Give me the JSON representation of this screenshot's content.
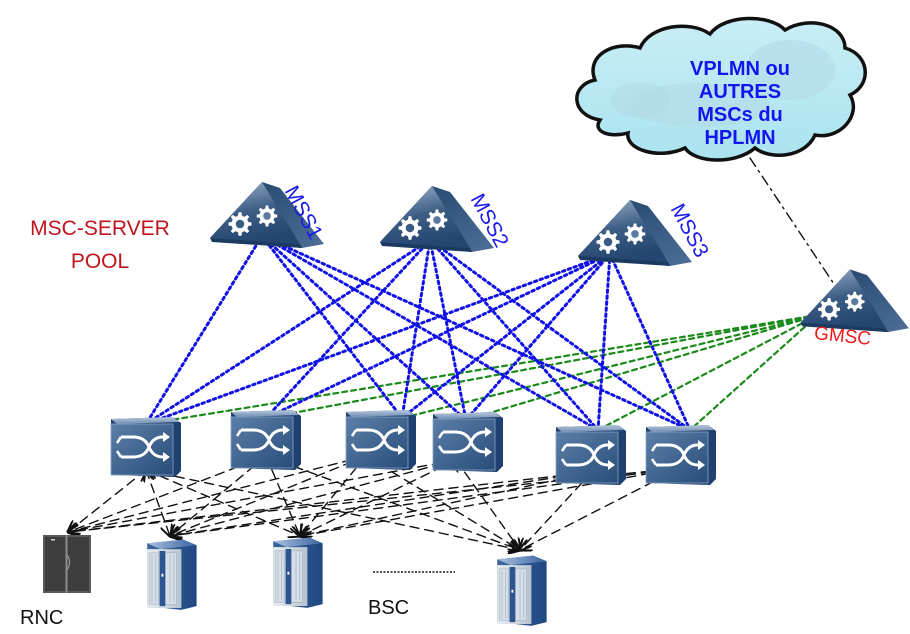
{
  "diagram": {
    "pool_label": [
      "MSC-SERVER",
      "POOL"
    ],
    "cloud": {
      "lines": [
        "VPLMN ou",
        "AUTRES",
        "MSCs du",
        "HPLMN"
      ]
    },
    "servers": [
      {
        "id": "mss1",
        "label": "MSS1"
      },
      {
        "id": "mss2",
        "label": "MSS2"
      },
      {
        "id": "mss3",
        "label": "MSS3"
      }
    ],
    "gateway": {
      "id": "gmsc",
      "label": "GMSC"
    },
    "media_gateways": [
      {
        "id": "mgw1"
      },
      {
        "id": "mgw2"
      },
      {
        "id": "mgw3"
      },
      {
        "id": "mgw4"
      },
      {
        "id": "mgw5"
      },
      {
        "id": "mgw6"
      }
    ],
    "access_nodes": [
      {
        "id": "rnc",
        "type": "RNC"
      },
      {
        "id": "bsc1",
        "type": "BSC"
      },
      {
        "id": "bsc2",
        "type": "BSC"
      },
      {
        "id": "bsc3",
        "type": "BSC"
      }
    ],
    "bottom_labels": {
      "rnc": "RNC",
      "bsc": "BSC"
    },
    "links": {
      "mss_to_mgw": [
        [
          "mss1",
          "mgw1"
        ],
        [
          "mss1",
          "mgw3"
        ],
        [
          "mss1",
          "mgw4"
        ],
        [
          "mss1",
          "mgw5"
        ],
        [
          "mss1",
          "mgw6"
        ],
        [
          "mss2",
          "mgw1"
        ],
        [
          "mss2",
          "mgw2"
        ],
        [
          "mss2",
          "mgw3"
        ],
        [
          "mss2",
          "mgw4"
        ],
        [
          "mss2",
          "mgw5"
        ],
        [
          "mss2",
          "mgw6"
        ],
        [
          "mss3",
          "mgw1"
        ],
        [
          "mss3",
          "mgw2"
        ],
        [
          "mss3",
          "mgw3"
        ],
        [
          "mss3",
          "mgw4"
        ],
        [
          "mss3",
          "mgw5"
        ],
        [
          "mss3",
          "mgw6"
        ]
      ],
      "gmsc_to_mgw": [
        [
          "gmsc",
          "mgw1"
        ],
        [
          "gmsc",
          "mgw2"
        ],
        [
          "gmsc",
          "mgw3"
        ],
        [
          "gmsc",
          "mgw4"
        ],
        [
          "gmsc",
          "mgw5"
        ],
        [
          "gmsc",
          "mgw6"
        ]
      ],
      "mgw_to_access": [
        [
          "mgw1",
          "rnc"
        ],
        [
          "mgw1",
          "bsc1"
        ],
        [
          "mgw1",
          "bsc2"
        ],
        [
          "mgw1",
          "bsc3"
        ],
        [
          "mgw2",
          "rnc"
        ],
        [
          "mgw2",
          "bsc1"
        ],
        [
          "mgw2",
          "bsc2"
        ],
        [
          "mgw2",
          "bsc3"
        ],
        [
          "mgw3",
          "rnc"
        ],
        [
          "mgw3",
          "bsc1"
        ],
        [
          "mgw3",
          "bsc2"
        ],
        [
          "mgw3",
          "bsc3"
        ],
        [
          "mgw4",
          "rnc"
        ],
        [
          "mgw4",
          "bsc1"
        ],
        [
          "mgw4",
          "bsc2"
        ],
        [
          "mgw4",
          "bsc3"
        ],
        [
          "mgw5",
          "rnc"
        ],
        [
          "mgw5",
          "bsc1"
        ],
        [
          "mgw5",
          "bsc2"
        ],
        [
          "mgw5",
          "bsc3"
        ],
        [
          "mgw6",
          "rnc"
        ],
        [
          "mgw6",
          "bsc1"
        ],
        [
          "mgw6",
          "bsc2"
        ],
        [
          "mgw6",
          "bsc3"
        ]
      ],
      "gmsc_to_cloud": [
        [
          "gmsc",
          "cloud"
        ]
      ]
    },
    "colors": {
      "mss_link": "#1010e8",
      "gmsc_link": "#1a8a1a",
      "access_link": "#111111",
      "cloud_link": "#111111",
      "pool_label": "#c0141c",
      "gmsc_label": "#ee1c1c",
      "server_label": "#1a1aee",
      "cloud_text": "#1414f0"
    }
  }
}
